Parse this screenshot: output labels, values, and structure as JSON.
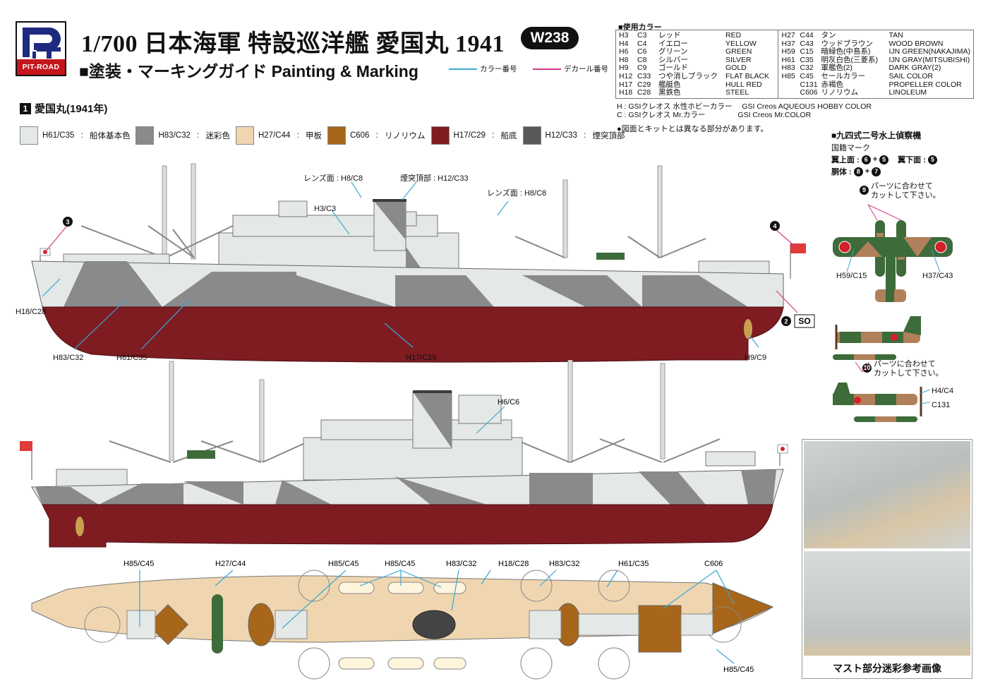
{
  "header": {
    "brand": "PIT-ROAD",
    "title": "1/700 日本海軍 特設巡洋艦 愛国丸 1941",
    "product_code": "W238",
    "subtitle": "■塗装・マーキングガイド Painting & Marking",
    "legend": [
      {
        "label": "カラー番号",
        "color": "#3aa7d6"
      },
      {
        "label": "デカール番号",
        "color": "#d63a8a"
      }
    ]
  },
  "section": {
    "number": "1",
    "title": "愛国丸(1941年)"
  },
  "swatches": [
    {
      "code": "H61/C35",
      "label": "船体基本色",
      "color": "#e4e8e6"
    },
    {
      "code": "H83/C32",
      "label": "迷彩色",
      "color": "#8a8a8a"
    },
    {
      "code": "H27/C44",
      "label": "甲板",
      "color": "#f0d6b0"
    },
    {
      "code": "C606",
      "label": "リノリウム",
      "color": "#a8661a"
    },
    {
      "code": "H17/C29",
      "label": "船底",
      "color": "#7e1c22"
    },
    {
      "code": "H12/C33",
      "label": "煙突頂部",
      "color": "#5a5858"
    }
  ],
  "color_table": {
    "title": "■使用カラー",
    "left": [
      {
        "h": "H3",
        "c": "C3",
        "jp": "レッド",
        "en": "RED"
      },
      {
        "h": "H4",
        "c": "C4",
        "jp": "イエロー",
        "en": "YELLOW"
      },
      {
        "h": "H6",
        "c": "C6",
        "jp": "グリーン",
        "en": "GREEN"
      },
      {
        "h": "H8",
        "c": "C8",
        "jp": "シルバー",
        "en": "SILVER"
      },
      {
        "h": "H9",
        "c": "C9",
        "jp": "ゴールド",
        "en": "GOLD"
      },
      {
        "h": "H12",
        "c": "C33",
        "jp": "つや消しブラック",
        "en": "FLAT BLACK"
      },
      {
        "h": "H17",
        "c": "C29",
        "jp": "艦艇色",
        "en": "HULL RED"
      },
      {
        "h": "H18",
        "c": "C28",
        "jp": "黒鉄色",
        "en": "STEEL"
      }
    ],
    "right": [
      {
        "h": "H27",
        "c": "C44",
        "jp": "タン",
        "en": "TAN"
      },
      {
        "h": "H37",
        "c": "C43",
        "jp": "ウッドブラウン",
        "en": "WOOD BROWN"
      },
      {
        "h": "H59",
        "c": "C15",
        "jp": "暗緑色(中島系)",
        "en": "IJN GREEN(NAKAJIMA)"
      },
      {
        "h": "H61",
        "c": "C35",
        "jp": "明灰白色(三菱系)",
        "en": "IJN GRAY(MITSUBISHI)"
      },
      {
        "h": "H83",
        "c": "C32",
        "jp": "軍艦色(2)",
        "en": "DARK GRAY(2)"
      },
      {
        "h": "H85",
        "c": "C45",
        "jp": "セールカラー",
        "en": "SAIL COLOR"
      },
      {
        "h": "",
        "c": "C131",
        "jp": "赤褐色",
        "en": "PROPELLER COLOR"
      },
      {
        "h": "",
        "c": "C606",
        "jp": "リノリウム",
        "en": "LINOLEUM"
      }
    ],
    "notes": [
      {
        "jp": "H : GSIクレオス 水性ホビーカラー",
        "en": "GSI Creos AQUEOUS HOBBY COLOR"
      },
      {
        "jp": "C : GSIクレオス Mr.カラー",
        "en": "GSI Creos Mr.COLOR"
      }
    ],
    "warning": "●図面とキットとは異なる部分があります。"
  },
  "aircraft": {
    "title": "■九四式二号水上偵察機",
    "insignia_label": "国籍マーク",
    "upper_wing_label": "翼上面 :",
    "upper_wing": [
      "6",
      "5"
    ],
    "lower_wing_label": "翼下面 :",
    "lower_wing": [
      "5"
    ],
    "fuselage_label": "胴体 :",
    "fuselage": [
      "8",
      "7"
    ],
    "decal_9": {
      "num": "9",
      "text1": "パーツに合わせて",
      "text2": "カットして下さい。"
    },
    "decal_10": {
      "num": "10",
      "text1": "パーツに合わせて",
      "text2": "カットして下さい。"
    },
    "callouts": [
      "H59/C15",
      "H37/C43",
      "H4/C4",
      "C131"
    ]
  },
  "ship_side_1": {
    "callouts": [
      "レンズ面 : H8/C8",
      "煙突頂部 : H12/C33",
      "H3/C3",
      "レンズ面 : H8/C8",
      "H18/C28",
      "H83/C32",
      "H61/C35",
      "H17/C29",
      "H9/C9"
    ],
    "decal_3": "3",
    "decal_4": "4",
    "decal_2": "2",
    "decal_2_text": "SO"
  },
  "ship_side_2": {
    "callouts": [
      "H6/C6"
    ]
  },
  "deck_plan": {
    "callouts": [
      "H85/C45",
      "H27/C44",
      "H85/C45",
      "H85/C45",
      "H83/C32",
      "H18/C28",
      "H83/C32",
      "H61/C35",
      "C606",
      "H85/C45"
    ]
  },
  "photo": {
    "caption": "マスト部分迷彩参考画像"
  },
  "colors": {
    "hull_white": "#e4e8e6",
    "camo_gray": "#8a8a8a",
    "deck_tan": "#f0d6b0",
    "linoleum": "#a8661a",
    "hull_red": "#7e1c22",
    "funnel_top": "#3a3a3a",
    "ijn_green": "#3d6b3a",
    "wood_brown": "#b0805a",
    "callout_blue": "#3aa7d6",
    "callout_pink": "#d63a8a"
  }
}
